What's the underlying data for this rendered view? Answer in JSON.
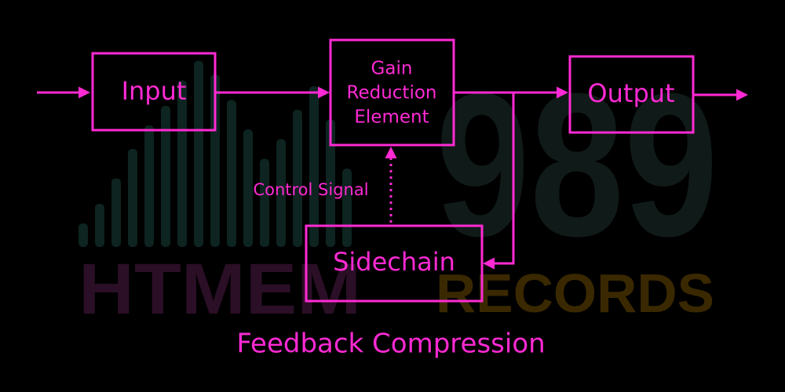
{
  "colors": {
    "accent": "#ff2ad4",
    "background": "#000000",
    "watermark_bars": "#0d2420",
    "watermark_digits": "#101a18",
    "watermark_left_word": "#2b0f26",
    "watermark_right_word": "#3a2800"
  },
  "nodes": {
    "input": "Input",
    "gain_reduction": [
      "Gain",
      "Reduction",
      "Element"
    ],
    "output": "Output",
    "sidechain": "Sidechain"
  },
  "edge_labels": {
    "control_signal": "Control Signal"
  },
  "caption": "Feedback Compression",
  "watermark": {
    "left_word": "HTMEM",
    "digits": "989",
    "right_word": "RECORDS",
    "bar_levels": [
      0.12,
      0.22,
      0.35,
      0.5,
      0.62,
      0.72,
      0.85,
      0.95,
      0.88,
      0.75,
      0.6,
      0.45,
      0.55,
      0.7,
      0.82,
      0.65,
      0.4
    ]
  }
}
